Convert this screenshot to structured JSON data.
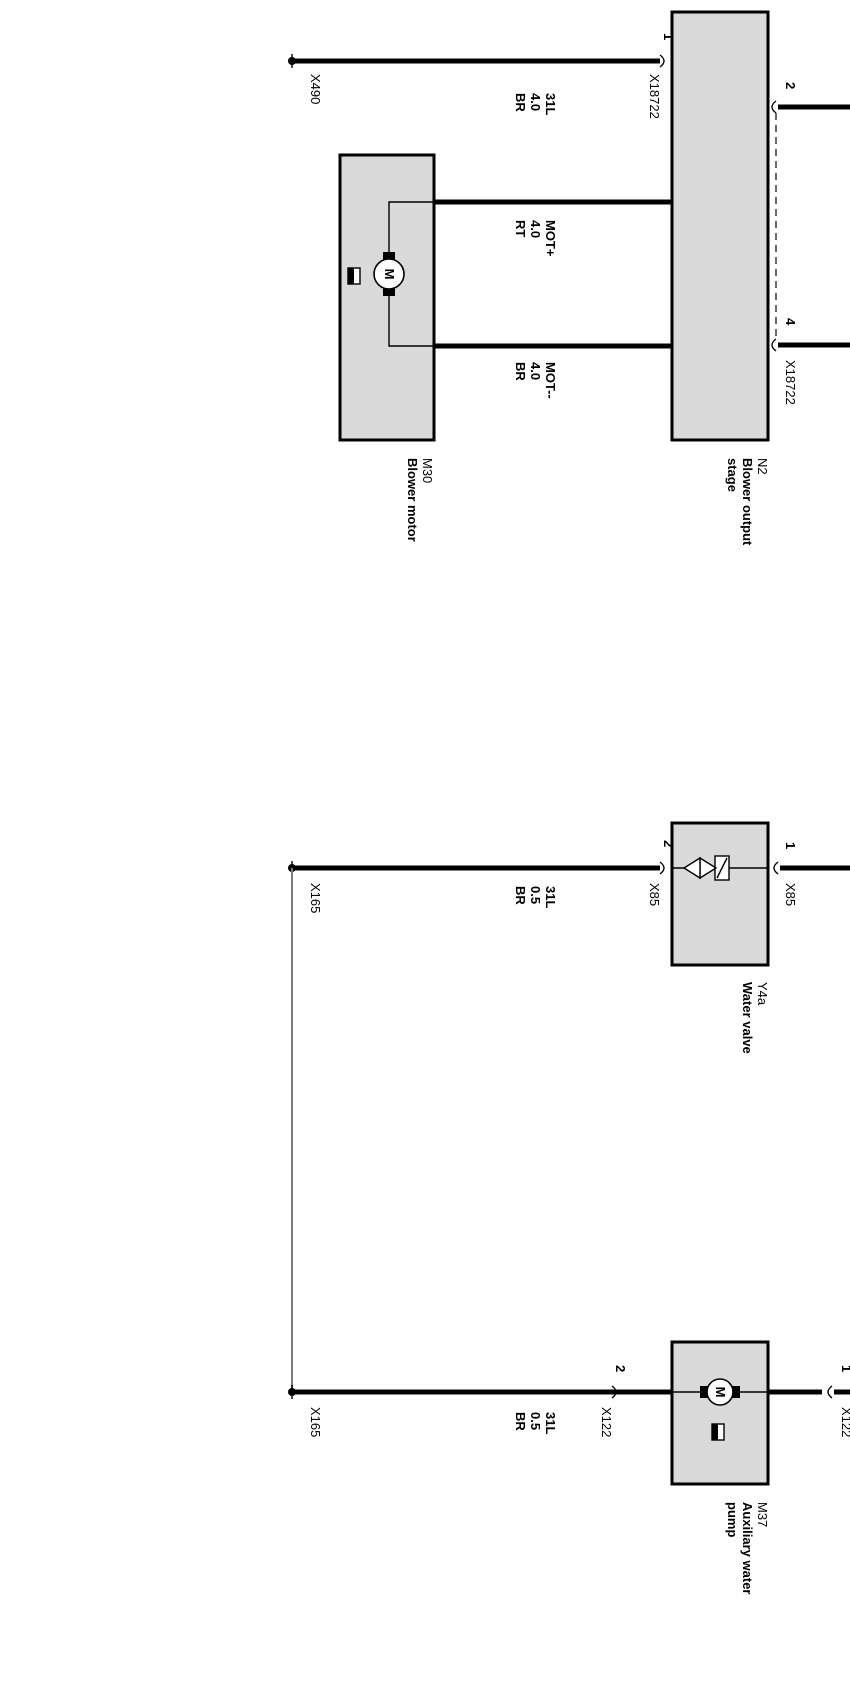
{
  "components": {
    "n2": {
      "id": "N2",
      "name_line1": "Blower output",
      "name_line2": "stage",
      "connector": "X18722",
      "pins": [
        "1",
        "2",
        "4"
      ]
    },
    "m30": {
      "id": "M30",
      "name": "Blower motor",
      "motor_symbol": "M"
    },
    "y4a": {
      "id": "Y4a",
      "name": "Water valve",
      "connector": "X85",
      "pins": [
        "2",
        "1"
      ]
    },
    "m37": {
      "id": "M37",
      "name_line1": "Auxiliary water",
      "name_line2": "pump",
      "connector": "X122",
      "pins": [
        "2",
        "1"
      ],
      "motor_symbol": "M"
    }
  },
  "grounds": {
    "g1": "X490",
    "g2": "X165",
    "g3": "X165"
  },
  "wires": {
    "w_top": {
      "signal": "31L",
      "size": "4.0",
      "color": "BR"
    },
    "w_motplus": {
      "signal": "MOT+",
      "size": "4.0",
      "color": "RT"
    },
    "w_motminus": {
      "signal": "MOT--",
      "size": "4.0",
      "color": "BR"
    },
    "w_valve": {
      "signal": "31L",
      "size": "0.5",
      "color": "BR"
    },
    "w_pump": {
      "signal": "31L",
      "size": "0.5",
      "color": "BR"
    }
  }
}
